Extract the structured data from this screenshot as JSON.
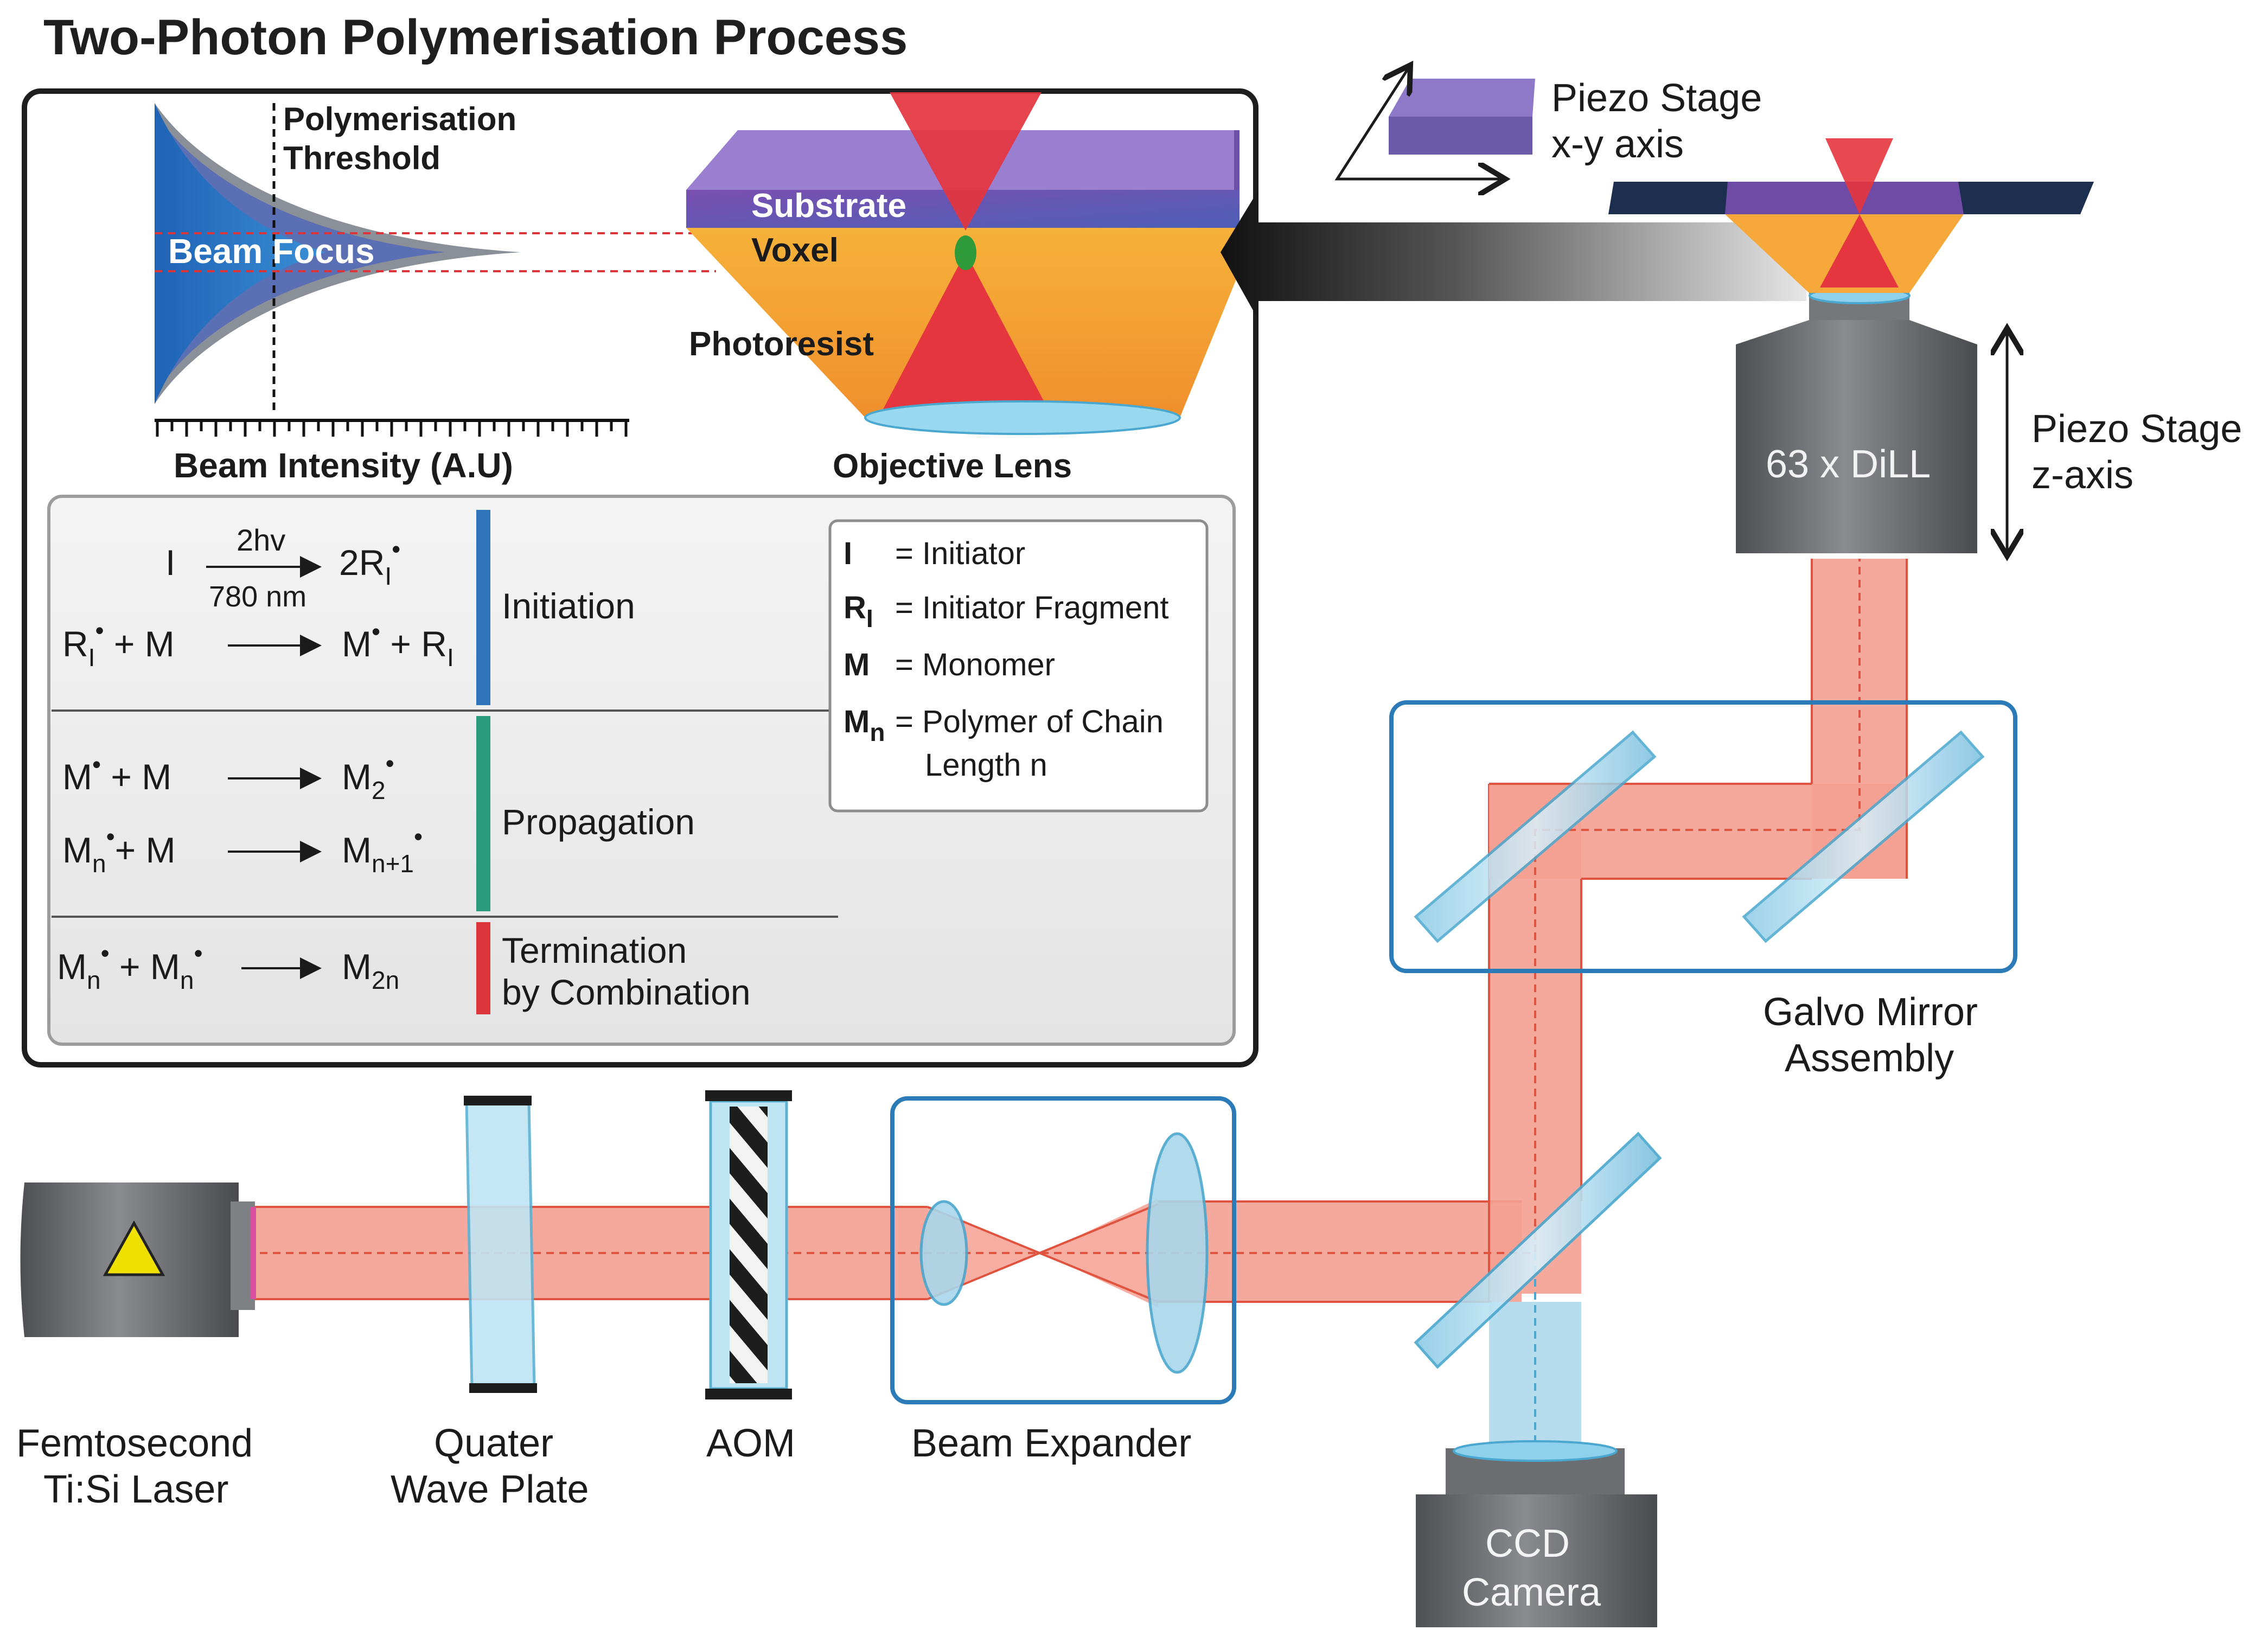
{
  "title": "Two-Photon Polymerisation Process",
  "inset": {
    "polymerisation_threshold": [
      "Polymerisation",
      "Threshold"
    ],
    "beam_focus": "Beam Focus",
    "beam_intensity_axis": "Beam Intensity (A.U)",
    "substrate": "Substrate",
    "voxel": "Voxel",
    "photoresist": "Photoresist",
    "objective_lens": "Objective Lens"
  },
  "reactions": {
    "initiation_label": "Initiation",
    "propagation_label": "Propagation",
    "termination_label": [
      "Termination",
      "by Combination"
    ],
    "arrow_above": "2hv",
    "arrow_below": "780 nm",
    "stage_colors": {
      "initiation": "#2f73b8",
      "propagation": "#2a9a7c",
      "termination": "#d9353a"
    }
  },
  "legend": [
    {
      "key": "I",
      "key_sub": "",
      "value": "= Initiator"
    },
    {
      "key": "R",
      "key_sub": "I",
      "value": "= Initiator Fragment"
    },
    {
      "key": "M",
      "key_sub": "",
      "value": "= Monomer"
    },
    {
      "key": "M",
      "key_sub": "n",
      "value": "= Polymer of Chain",
      "value2": "Length n"
    }
  ],
  "setup": {
    "piezo_xy": [
      "Piezo Stage",
      "x-y axis"
    ],
    "piezo_z": [
      "Piezo Stage",
      "z-axis"
    ],
    "objective": "63 x DiLL",
    "galvo": [
      "Galvo Mirror",
      "Assembly"
    ],
    "laser": [
      "Femtosecond",
      "Ti:Si Laser"
    ],
    "waveplate": [
      "Quater",
      "Wave Plate"
    ],
    "aom": "AOM",
    "expander": "Beam Expander",
    "ccd": [
      "CCD",
      "Camera"
    ]
  },
  "colors": {
    "beam": "#f4a092",
    "beam_edge": "#e0533f",
    "frame": "#2b7bb9",
    "body": "#6e6f72"
  }
}
